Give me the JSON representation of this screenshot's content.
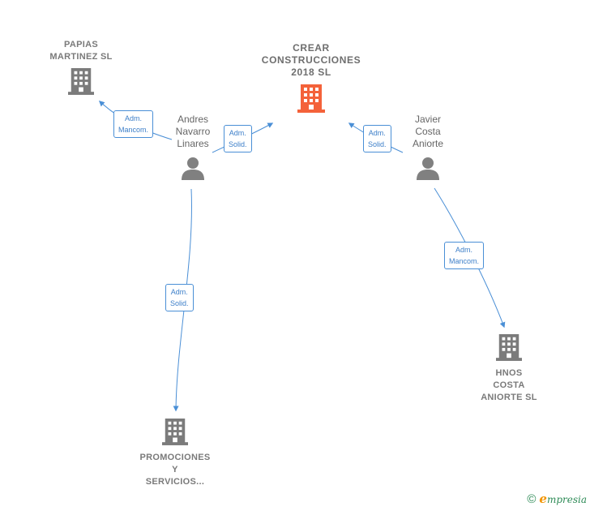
{
  "colors": {
    "edge": "#4a8fd6",
    "company": "#7b7b7b",
    "company_main": "#f4623a",
    "person": "#808080"
  },
  "nodes": {
    "crear": {
      "lines": [
        "CREAR",
        "CONSTRUCCIONES",
        "2018  SL"
      ],
      "icon": "building-icon"
    },
    "papias": {
      "lines": [
        "PAPIAS",
        "MARTINEZ SL"
      ],
      "icon": "building-icon"
    },
    "hnos": {
      "lines": [
        "HNOS",
        "COSTA",
        "ANIORTE SL"
      ],
      "icon": "building-icon"
    },
    "promociones": {
      "lines": [
        "PROMOCIONES",
        "Y",
        "SERVICIOS..."
      ],
      "icon": "building-icon"
    },
    "andres": {
      "lines": [
        "Andres",
        "Navarro",
        "Linares"
      ],
      "icon": "person-icon"
    },
    "javier": {
      "lines": [
        "Javier",
        "Costa",
        "Aniorte"
      ],
      "icon": "person-icon"
    }
  },
  "edges": [
    {
      "from": "andres",
      "to": "papias",
      "label": [
        "Adm.",
        "Mancom."
      ]
    },
    {
      "from": "andres",
      "to": "crear",
      "label": [
        "Adm.",
        "Solid."
      ]
    },
    {
      "from": "javier",
      "to": "crear",
      "label": [
        "Adm.",
        "Solid."
      ]
    },
    {
      "from": "andres",
      "to": "promociones",
      "label": [
        "Adm.",
        "Solid."
      ]
    },
    {
      "from": "javier",
      "to": "hnos",
      "label": [
        "Adm.",
        "Mancom."
      ]
    }
  ],
  "footer": {
    "copyright": "©",
    "brand_initial": "e",
    "brand_rest": "mpresia"
  }
}
